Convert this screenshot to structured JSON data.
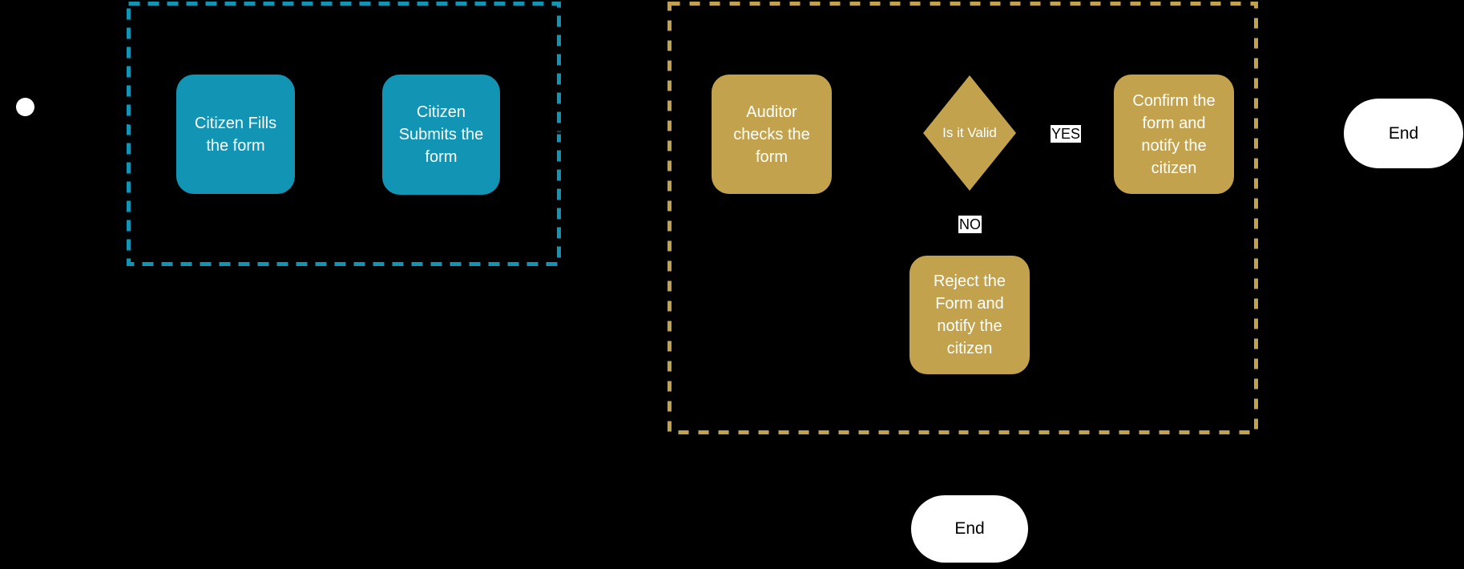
{
  "diagram": {
    "type": "flowchart",
    "background": "#000000",
    "colors": {
      "background": "#000000",
      "teal": "#1294b4",
      "gold": "#c2a24d",
      "nodetext": "#ffffff",
      "terminator": "#ffffff",
      "terminatortext": "#000000",
      "labelbg": "#ffffff",
      "labeltext": "#000000",
      "connector": "#000000"
    },
    "lanes": [
      {
        "id": "citizen-lane",
        "accent": "#1294b4"
      },
      {
        "id": "auditor-lane",
        "accent": "#c2a24d"
      }
    ],
    "nodes": {
      "start": {
        "shape": "circle"
      },
      "citizen_fills": {
        "label": "Citizen Fills\nthe form"
      },
      "citizen_submits": {
        "label": "Citizen\nSubmits the\nform"
      },
      "auditor_checks": {
        "label": "Auditor\nchecks the\nform"
      },
      "is_it_valid": {
        "label": "Is it Valid"
      },
      "confirm": {
        "label": "Confirm the\nform and\nnotify the\ncitizen"
      },
      "reject": {
        "label": "Reject the\nForm and\nnotify the\ncitizen"
      },
      "end_right": {
        "label": "End"
      },
      "end_bottom": {
        "label": "End"
      }
    },
    "edge_labels": {
      "yes": "YES",
      "no": "NO"
    }
  }
}
